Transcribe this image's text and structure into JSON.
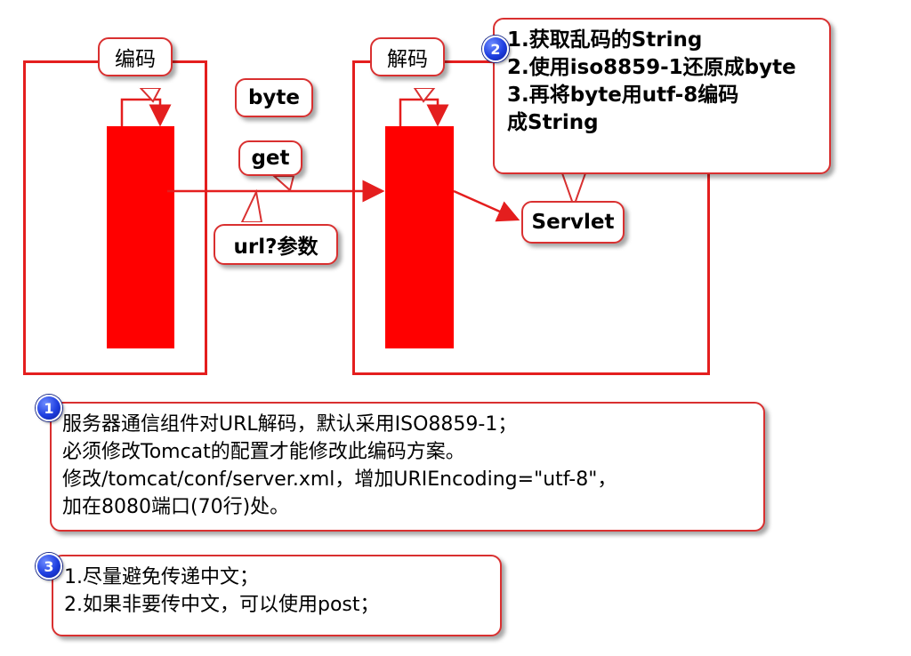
{
  "left_box": {
    "label": "编码"
  },
  "right_box": {
    "label": "解码"
  },
  "flow_labels": {
    "byte": "byte",
    "get": "get",
    "url_params": "url?参数",
    "servlet": "Servlet"
  },
  "note_2": {
    "badge": "2",
    "lines": [
      "1.获取乱码的String",
      "2.使用iso8859-1还原成byte",
      "3.再将byte用utf-8编码",
      "成String"
    ]
  },
  "note_1": {
    "badge": "1",
    "lines": [
      "服务器通信组件对URL解码，默认采用ISO8859-1；",
      "必须修改Tomcat的配置才能修改此编码方案。",
      "修改/tomcat/conf/server.xml，增加URIEncoding=\"utf-8\"，",
      "加在8080端口(70行)处。"
    ]
  },
  "note_3": {
    "badge": "3",
    "lines": [
      "1.尽量避免传递中文；",
      "2.如果非要传中文，可以使用post；"
    ]
  },
  "colors": {
    "accent_red": "#ff0000",
    "frame_red": "#e41e1e",
    "badge_blue": "#1f3fe0"
  }
}
